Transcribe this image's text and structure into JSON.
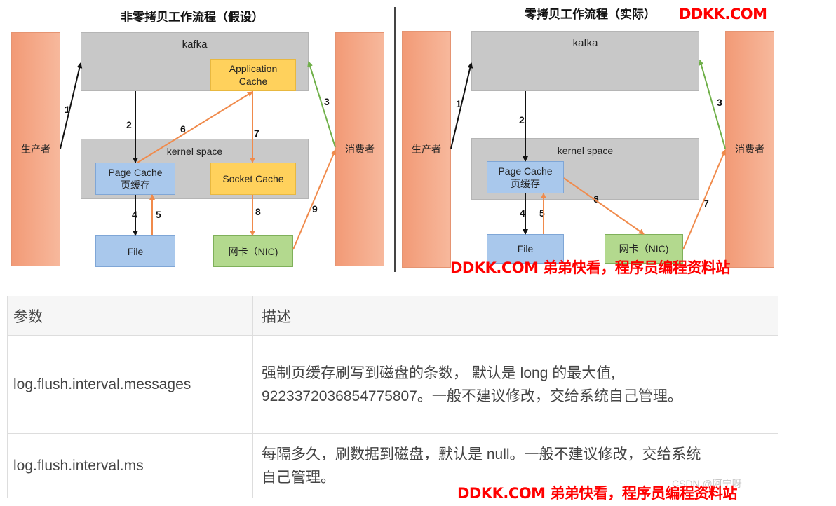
{
  "left_diagram": {
    "title": "非零拷贝工作流程（假设）",
    "producer": "生产者",
    "consumer": "消费者",
    "kafka": "kafka",
    "app_cache_line1": "Application",
    "app_cache_line2": "Cache",
    "kernel": "kernel space",
    "page_cache_line1": "Page Cache",
    "page_cache_line2": "页缓存",
    "socket_cache": "Socket Cache",
    "file": "File",
    "nic": "网卡（NIC)",
    "steps": [
      "1",
      "2",
      "3",
      "4",
      "5",
      "6",
      "7",
      "8",
      "9"
    ]
  },
  "right_diagram": {
    "title": "零拷贝工作流程（实际）",
    "producer": "生产者",
    "consumer": "消费者",
    "kafka": "kafka",
    "kernel": "kernel space",
    "page_cache_line1": "Page Cache",
    "page_cache_line2": "页缓存",
    "file": "File",
    "nic": "网卡（NIC)",
    "steps": [
      "1",
      "2",
      "3",
      "4",
      "5",
      "6",
      "7"
    ]
  },
  "watermarks": {
    "short": "DDKK.COM",
    "long": "DDKK.COM 弟弟快看，程序员编程资料站"
  },
  "table": {
    "headers": [
      "参数",
      "描述"
    ],
    "rows": [
      {
        "param": "log.flush.interval.messages",
        "desc_line1": "强制页缓存刷写到磁盘的条数， 默认是 long 的最大值,",
        "desc_line2": "9223372036854775807。一般不建议修改，交给系统自己管理。"
      },
      {
        "param": "log.flush.interval.ms",
        "desc_line1": "每隔多久，刷数据到磁盘，默认是 null。一般不建议修改，交给系统",
        "desc_line2": "自己管理。"
      }
    ]
  },
  "csdn_mark": "CSDN @阿宁呀",
  "colors": {
    "orange_bar": "#f29a76",
    "gray_box": "#c8c8c8",
    "yellow_box": "#ffd15c",
    "blue_box": "#a9c8ec",
    "green_box": "#b3d98e",
    "arrow_black": "#111111",
    "arrow_orange": "#f08a4b",
    "arrow_green": "#70b04a",
    "watermark": "#ff0000"
  }
}
